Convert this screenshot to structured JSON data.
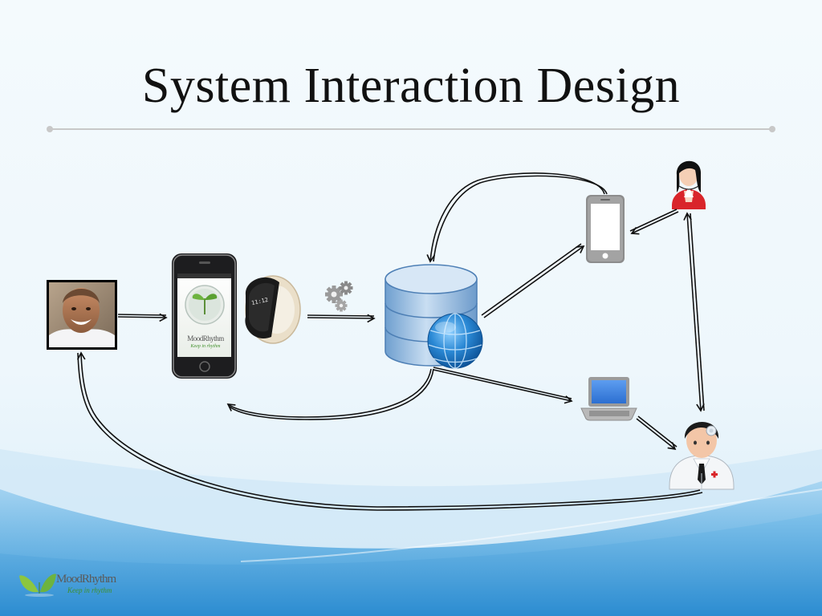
{
  "slide": {
    "title": "System Interaction Design"
  },
  "phone_screen": {
    "brand": "MoodRhythm",
    "tagline": "Keep in rhythm"
  },
  "watch": {
    "time": "11:12"
  },
  "logo": {
    "brand": "MoodRhythm",
    "tagline": "Keep in rhythm"
  },
  "colors": {
    "background_top": "#f3fafd",
    "background_wave": "#3ea0dc",
    "database": "#7fb0dc",
    "globe": "#1f7ac2",
    "divider": "#c8c8c8",
    "arrow": "#111111"
  },
  "icons": [
    "person-photo",
    "smartphone-app",
    "smartwatch",
    "gears-icon",
    "database-globe",
    "mobile-phone",
    "laptop",
    "caregiver-avatar",
    "doctor-avatar"
  ]
}
